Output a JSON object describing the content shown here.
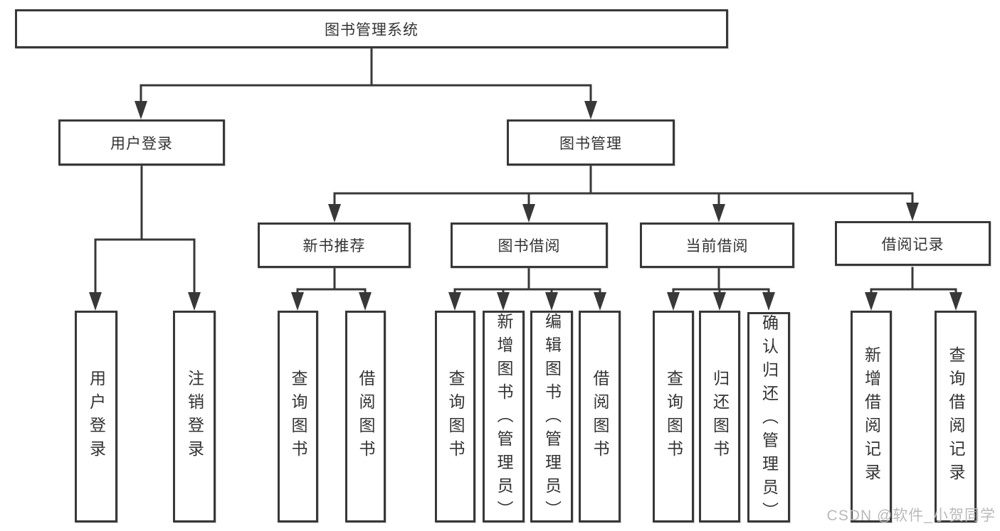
{
  "diagram": {
    "title": "图书管理系统",
    "nodes": [
      {
        "id": "root",
        "label": "图书管理系统",
        "orientation": "horizontal",
        "level": 1
      },
      {
        "id": "user-login",
        "label": "用户登录",
        "orientation": "horizontal",
        "level": 2
      },
      {
        "id": "book-management",
        "label": "图书管理",
        "orientation": "horizontal",
        "level": 2
      },
      {
        "id": "new-book-recommend",
        "label": "新书推荐",
        "orientation": "horizontal",
        "level": 3
      },
      {
        "id": "book-borrowing",
        "label": "图书借阅",
        "orientation": "horizontal",
        "level": 3
      },
      {
        "id": "current-borrowing",
        "label": "当前借阅",
        "orientation": "horizontal",
        "level": 3
      },
      {
        "id": "borrowing-records",
        "label": "借阅记录",
        "orientation": "horizontal",
        "level": 3
      },
      {
        "id": "leaf-user-login",
        "label": "用户登录",
        "orientation": "vertical",
        "level": 4
      },
      {
        "id": "leaf-logout",
        "label": "注销登录",
        "orientation": "vertical",
        "level": 4
      },
      {
        "id": "leaf-query-books-1",
        "label": "查询图书",
        "orientation": "vertical",
        "level": 4
      },
      {
        "id": "leaf-borrow-books-1",
        "label": "借阅图书",
        "orientation": "vertical",
        "level": 4
      },
      {
        "id": "leaf-query-books-2",
        "label": "查询图书",
        "orientation": "vertical",
        "level": 4
      },
      {
        "id": "leaf-add-books",
        "label": "新增图书（管理员）",
        "orientation": "vertical",
        "level": 4
      },
      {
        "id": "leaf-edit-books",
        "label": "编辑图书（管理员）",
        "orientation": "vertical",
        "level": 4
      },
      {
        "id": "leaf-borrow-books-2",
        "label": "借阅图书",
        "orientation": "vertical",
        "level": 4
      },
      {
        "id": "leaf-query-books-3",
        "label": "查询图书",
        "orientation": "vertical",
        "level": 4
      },
      {
        "id": "leaf-return-books",
        "label": "归还图书",
        "orientation": "vertical",
        "level": 4
      },
      {
        "id": "leaf-confirm-return",
        "label": "确认归还（管理员）",
        "orientation": "vertical",
        "level": 4
      },
      {
        "id": "leaf-add-borrow-record",
        "label": "新增借阅记录",
        "orientation": "vertical",
        "level": 4
      },
      {
        "id": "leaf-query-borrow-record",
        "label": "查询借阅记录",
        "orientation": "vertical",
        "level": 4
      }
    ],
    "edges": [
      [
        "root",
        "user-login"
      ],
      [
        "root",
        "book-management"
      ],
      [
        "user-login",
        "leaf-user-login"
      ],
      [
        "user-login",
        "leaf-logout"
      ],
      [
        "book-management",
        "new-book-recommend"
      ],
      [
        "book-management",
        "book-borrowing"
      ],
      [
        "book-management",
        "current-borrowing"
      ],
      [
        "book-management",
        "borrowing-records"
      ],
      [
        "new-book-recommend",
        "leaf-query-books-1"
      ],
      [
        "new-book-recommend",
        "leaf-borrow-books-1"
      ],
      [
        "book-borrowing",
        "leaf-query-books-2"
      ],
      [
        "book-borrowing",
        "leaf-add-books"
      ],
      [
        "book-borrowing",
        "leaf-edit-books"
      ],
      [
        "book-borrowing",
        "leaf-borrow-books-2"
      ],
      [
        "current-borrowing",
        "leaf-query-books-3"
      ],
      [
        "current-borrowing",
        "leaf-return-books"
      ],
      [
        "current-borrowing",
        "leaf-confirm-return"
      ],
      [
        "borrowing-records",
        "leaf-add-borrow-record"
      ],
      [
        "borrowing-records",
        "leaf-query-borrow-record"
      ]
    ]
  },
  "colors": {
    "line": "#383838",
    "text": "#333333",
    "box_background": "#ffffff",
    "watermark": "#b9b9b9"
  },
  "watermark": "CSDN @软件_小贺同学"
}
